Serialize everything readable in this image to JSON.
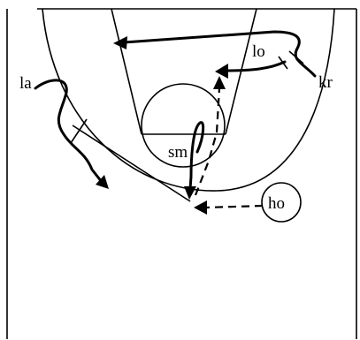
{
  "players": {
    "la": "la",
    "lo": "lo",
    "kr": "kr",
    "sm": "sm",
    "ho": "ho"
  }
}
